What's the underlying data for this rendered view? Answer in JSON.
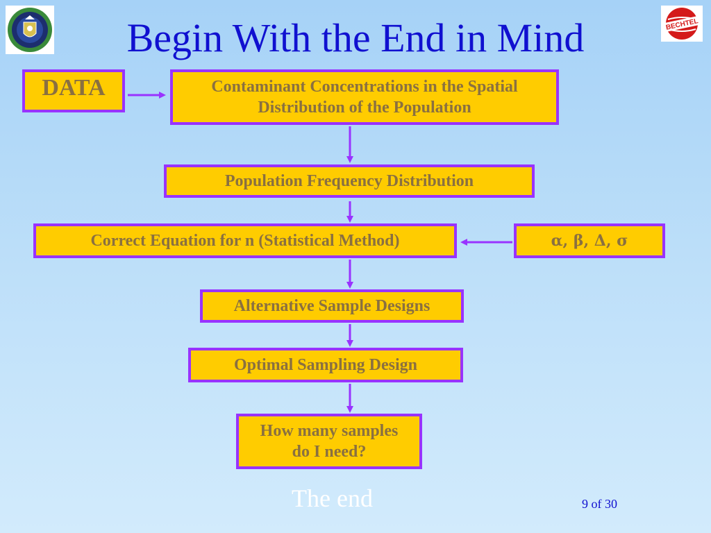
{
  "slide": {
    "title": "Begin With the End in Mind",
    "page_number": "9 of 30",
    "footer_text": "The end"
  },
  "logos": {
    "left": "department-of-energy-seal",
    "right": "bechtel-logo",
    "right_text": "BECHTEL"
  },
  "flowchart": {
    "data_label": "DATA",
    "contaminant_line1": "Contaminant Concentrations in the Spatial",
    "contaminant_line2": "Distribution of the Population",
    "frequency": "Population Frequency Distribution",
    "equation": "Correct Equation for n (Statistical Method)",
    "parameters": "α, β, Δ, σ",
    "alternative": "Alternative Sample Designs",
    "optimal": "Optimal Sampling Design",
    "question_line1": "How many samples",
    "question_line2": "do I need?"
  },
  "colors": {
    "box_fill": "#ffcc00",
    "box_border": "#9933ff",
    "arrow": "#9933ff",
    "title": "#1010d0",
    "box_text": "#8a7040"
  }
}
